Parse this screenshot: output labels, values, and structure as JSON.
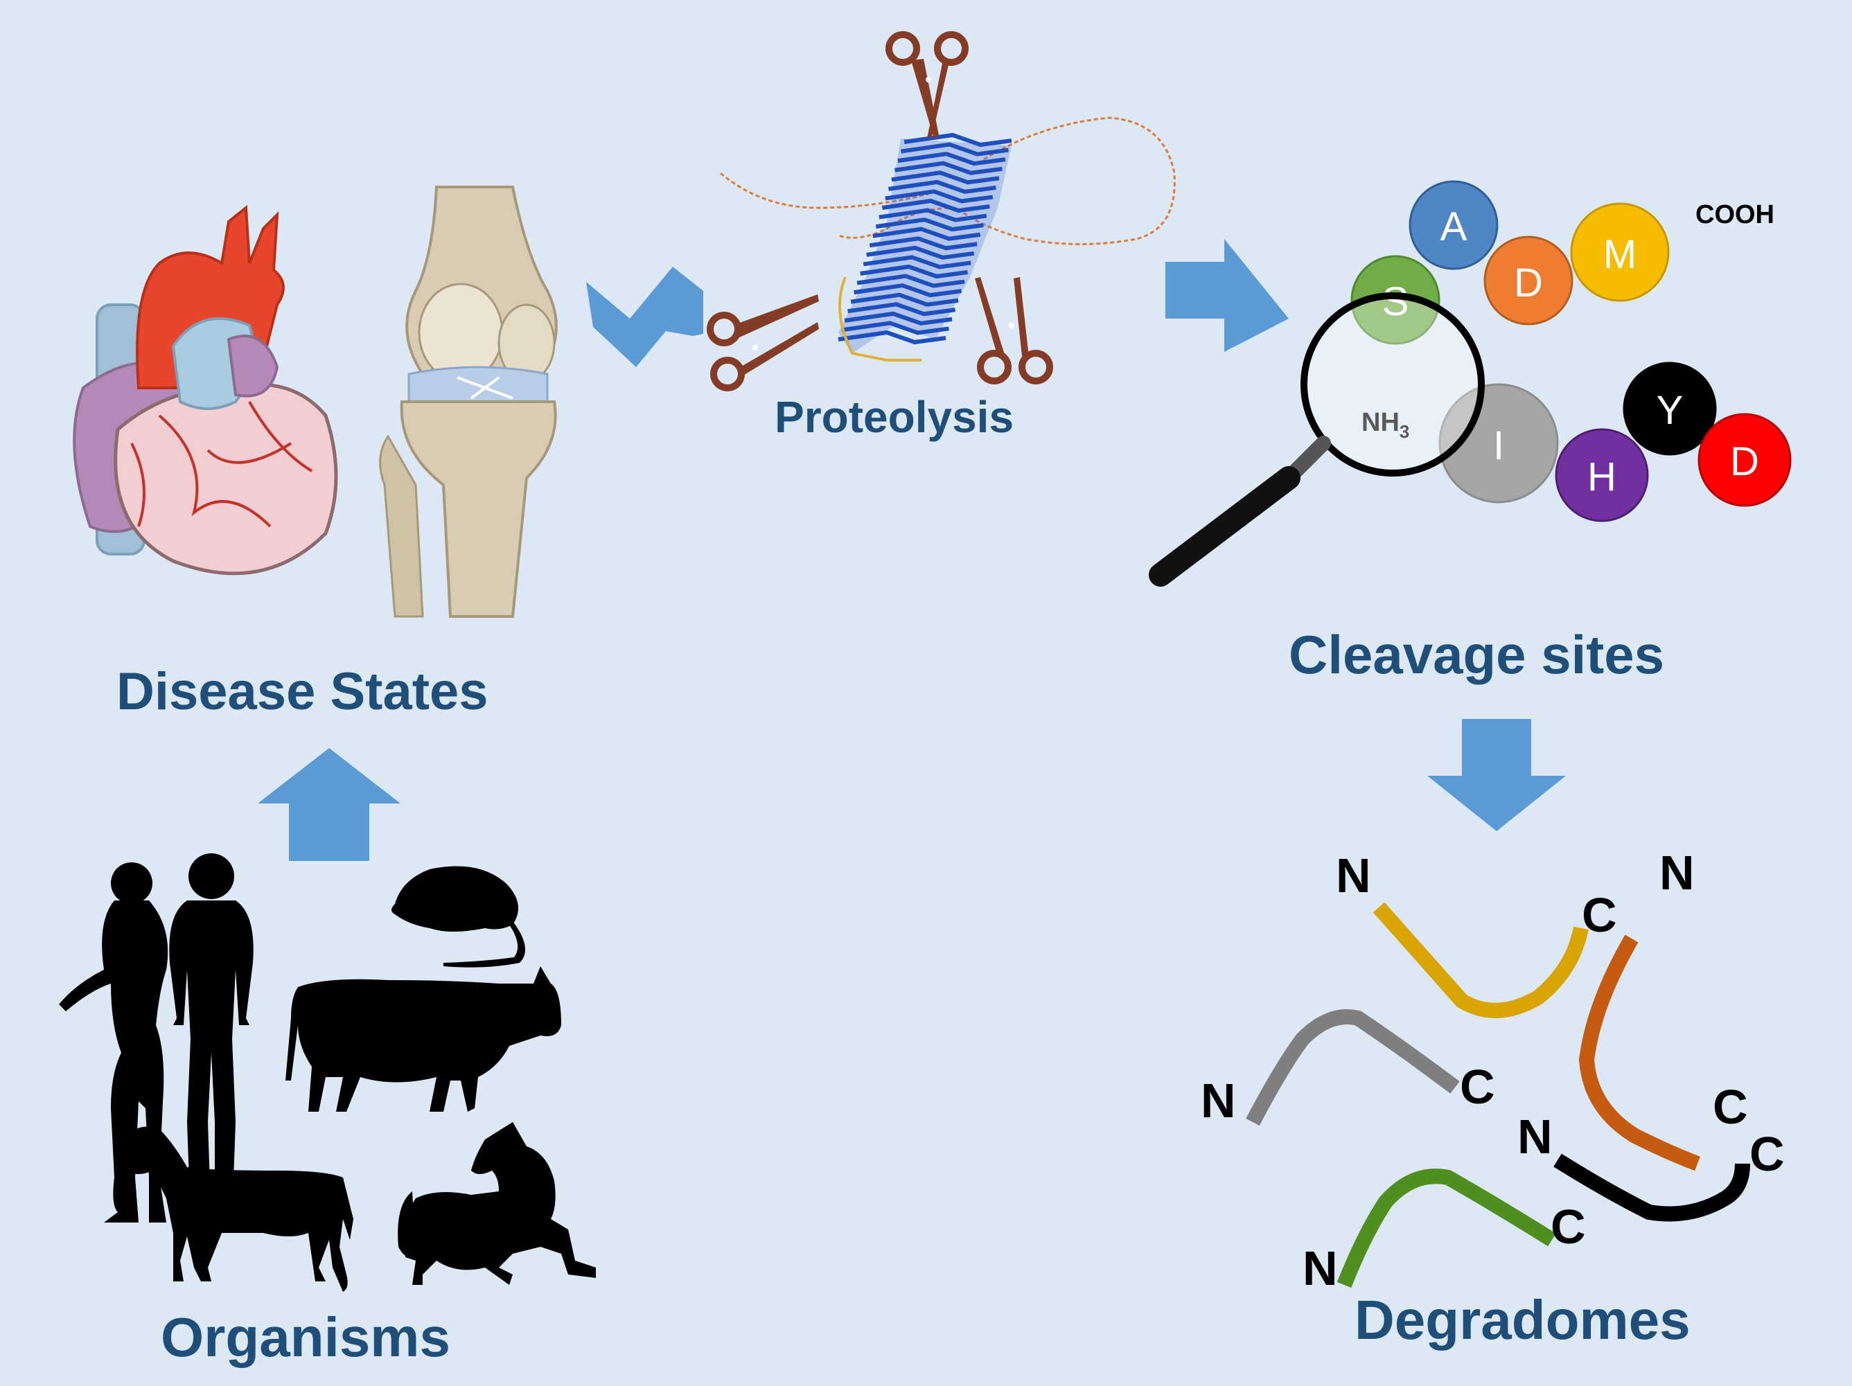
{
  "labels": {
    "proteolysis": "Proteolysis",
    "disease_states": "Disease States",
    "organisms": "Organisms",
    "cleavage_sites": "Cleavage sites",
    "degradomes": "Degradomes"
  },
  "peptide": {
    "nh3": "NH",
    "nh3_sub": "3",
    "cooh": "COOH",
    "residues": [
      {
        "letter": "A",
        "color": "#4f86c6"
      },
      {
        "letter": "D",
        "color": "#ee7d31"
      },
      {
        "letter": "M",
        "color": "#f6bc00"
      },
      {
        "letter": "S",
        "color": "#70ad47"
      },
      {
        "letter": "I",
        "color": "#a6a6a6"
      },
      {
        "letter": "Y",
        "color": "#000000"
      },
      {
        "letter": "H",
        "color": "#7030a0"
      },
      {
        "letter": "D",
        "color": "#ff0000"
      }
    ]
  },
  "fragments": [
    {
      "color": "#d9a300",
      "n": "N",
      "c": "C"
    },
    {
      "color": "#c55a11",
      "n": "N",
      "c": "C"
    },
    {
      "color": "#7f7f7f",
      "n": "N",
      "c": "C"
    },
    {
      "color": "#000000",
      "n": "N",
      "c": "C"
    },
    {
      "color": "#4f8f1f",
      "n": "N",
      "c": "C"
    }
  ],
  "colors": {
    "background": "#dce9f4",
    "arrow": "#5b9bd5",
    "label": "#1f4e79",
    "scissors": "#843c27",
    "protein": "#1f4fbf",
    "protein_tail": "#e07a3a"
  }
}
